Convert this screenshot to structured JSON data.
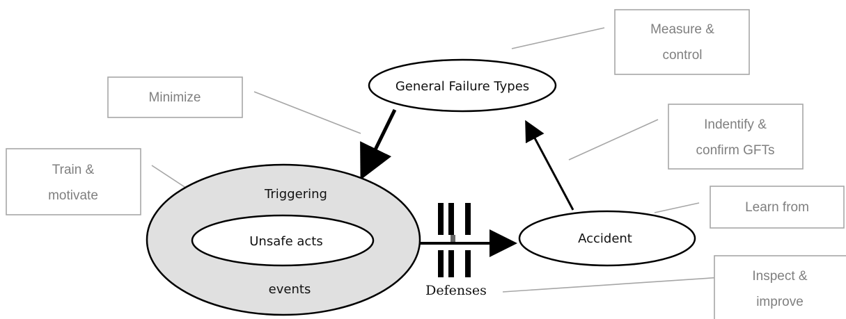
{
  "nodes": {
    "general_failure_types": "General Failure Types",
    "triggering_events_top": "Triggering",
    "triggering_events_bottom": "events",
    "unsafe_acts": "Unsafe acts",
    "accident": "Accident",
    "defenses": "Defenses"
  },
  "action_boxes": {
    "measure_control": [
      "Measure &",
      "control"
    ],
    "minimize": [
      "Minimize"
    ],
    "identify_confirm": [
      "Indentify &",
      "confirm GFTs"
    ],
    "train_motivate": [
      "Train &",
      "motivate"
    ],
    "learn_from": [
      "Learn from"
    ],
    "inspect_improve": [
      "Inspect &",
      "improve"
    ]
  },
  "colors": {
    "box_border": "#a6a6a6",
    "box_text": "#7f7f7f",
    "callout_line": "#a6a6a6",
    "outer_ellipse_fill": "#e0e0e0",
    "ellipse_stroke": "#000000",
    "arrow": "#000000"
  }
}
